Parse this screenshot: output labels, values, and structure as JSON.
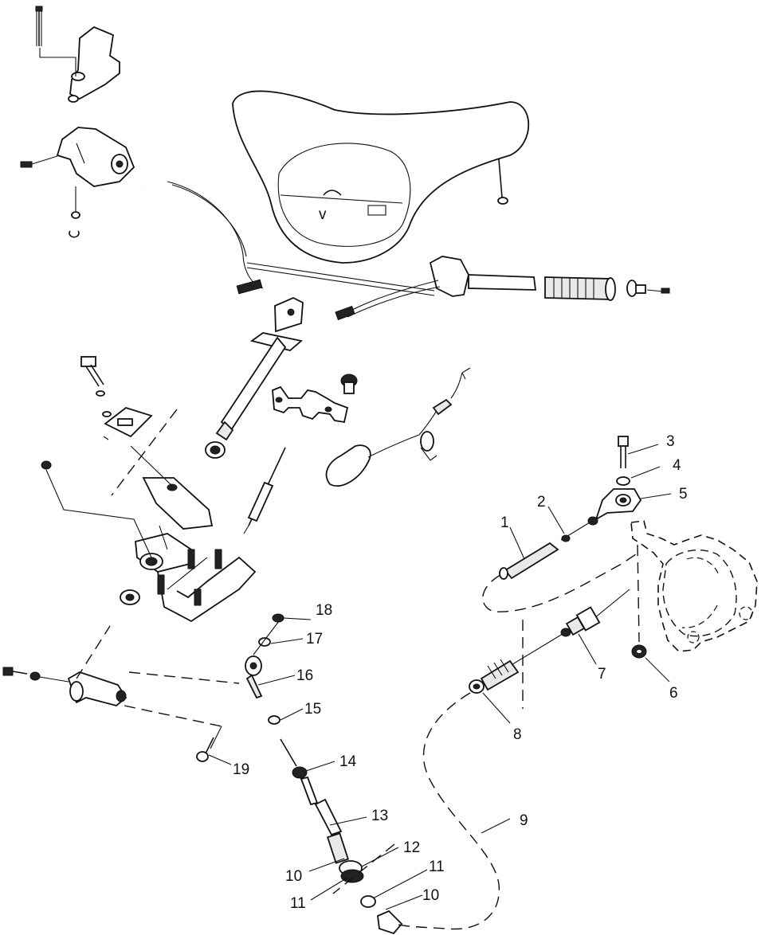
{
  "callouts": [
    {
      "id": "1",
      "label": "1"
    },
    {
      "id": "2",
      "label": "2"
    },
    {
      "id": "3",
      "label": "3"
    },
    {
      "id": "4",
      "label": "4"
    },
    {
      "id": "5",
      "label": "5"
    },
    {
      "id": "6",
      "label": "6"
    },
    {
      "id": "7",
      "label": "7"
    },
    {
      "id": "8",
      "label": "8"
    },
    {
      "id": "9",
      "label": "9"
    },
    {
      "id": "10a",
      "label": "10"
    },
    {
      "id": "10b",
      "label": "10"
    },
    {
      "id": "11a",
      "label": "11"
    },
    {
      "id": "11b",
      "label": "11"
    },
    {
      "id": "12",
      "label": "12"
    },
    {
      "id": "13",
      "label": "13"
    },
    {
      "id": "14",
      "label": "14"
    },
    {
      "id": "15",
      "label": "15"
    },
    {
      "id": "16",
      "label": "16"
    },
    {
      "id": "17",
      "label": "17"
    },
    {
      "id": "18",
      "label": "18"
    },
    {
      "id": "19",
      "label": "19"
    }
  ]
}
